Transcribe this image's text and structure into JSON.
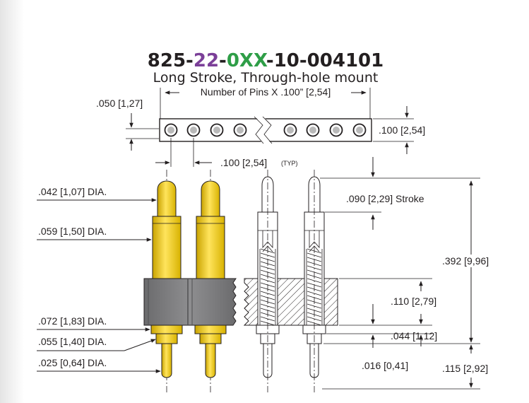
{
  "part_number": {
    "prefix": "825-",
    "pins": "22",
    "sep1": "-",
    "count": "0XX",
    "suffix": "-10-004101"
  },
  "subtitle": "Long Stroke, Through-hole mount",
  "colors": {
    "part_purple": "#7b3f98",
    "part_green": "#2e9e47",
    "gold": "#f7d117",
    "insulator": "#7d7d7f"
  },
  "top_view": {
    "pitch_label": ".050 [1,27]",
    "length_label": "Number of Pins X .100” [2,54]",
    "width_label": ".100 [2,54]",
    "spacing_label": ".100 [2,54]",
    "spacing_typ": "(TYP)"
  },
  "callouts": {
    "tip_dia": ".042 [1,07] DIA.",
    "barrel_dia": ".059 [1,50] DIA.",
    "collar_dia": ".072 [1,83] DIA.",
    "tail_upper_dia": ".055 [1,40] DIA.",
    "tail_dia": ".025 [0,64] DIA.",
    "stroke": ".090 [2,29] Stroke",
    "overall_height": ".392 [9,96]",
    "insulator_height": ".110 [2,79]",
    "collar_height": ".044 [1,12]",
    "offset": ".016 [0,41]",
    "tail_length": ".115 [2,92]"
  }
}
